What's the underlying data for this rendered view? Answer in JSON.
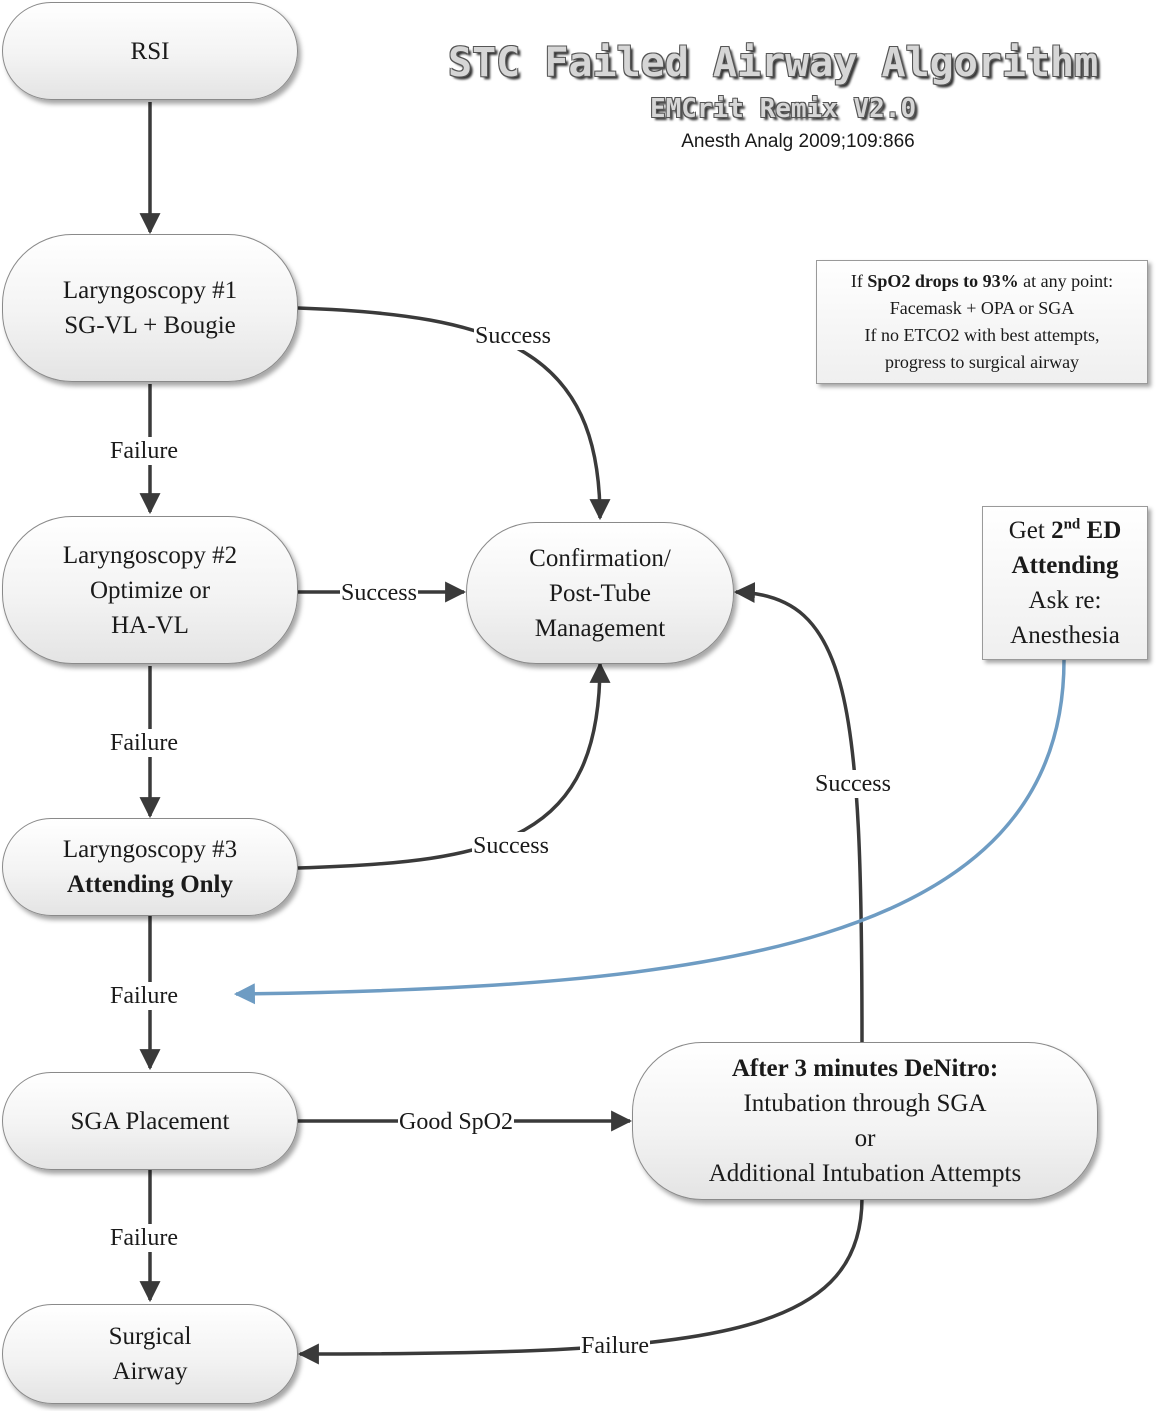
{
  "header": {
    "title": "STC Failed Airway Algorithm",
    "subtitle": "EMCrit Remix V2.0",
    "citation": "Anesth Analg 2009;109:866"
  },
  "nodes": {
    "rsi": "RSI",
    "laryngoscopy1": {
      "line1": "Laryngoscopy #1",
      "line2": "SG-VL + Bougie"
    },
    "laryngoscopy2": {
      "line1": "Laryngoscopy #2",
      "line2": "Optimize or",
      "line3": "HA-VL"
    },
    "laryngoscopy3": {
      "line1": "Laryngoscopy #3",
      "line2": "Attending Only"
    },
    "sga_placement": "SGA Placement",
    "surgical_airway": {
      "line1": "Surgical",
      "line2": "Airway"
    },
    "confirmation": {
      "line1": "Confirmation/",
      "line2": "Post-Tube",
      "line3": "Management"
    },
    "after_denitro": {
      "line1": "After 3 minutes DeNitro:",
      "line2": "Intubation through SGA",
      "line3": "or",
      "line4": "Additional Intubation Attempts"
    }
  },
  "spo2_note": {
    "l1_pre": "If ",
    "l1_bold": "SpO2 drops to 93%",
    "l1_post": " at any point:",
    "l2": "Facemask + OPA or SGA",
    "l3": "If no ETCO2 with best attempts,",
    "l4": "progress to surgical airway"
  },
  "attending_note": {
    "get": "Get ",
    "num": "2",
    "sup": "nd",
    "ed": " ED",
    "attending": "Attending",
    "ask": "Ask re:",
    "anesthesia": "Anesthesia"
  },
  "edge_labels": {
    "l1_success": "Success",
    "l1_failure": "Failure",
    "l2_success": "Success",
    "l2_failure": "Failure",
    "l3_success": "Success",
    "l3_failure": "Failure",
    "sga_good": "Good SpO2",
    "sga_failure": "Failure",
    "denitro_success": "Success",
    "denitro_failure": "Failure"
  },
  "colors": {
    "arrow": "#3a3a3a",
    "attending_arrow": "#6e9cc3"
  }
}
